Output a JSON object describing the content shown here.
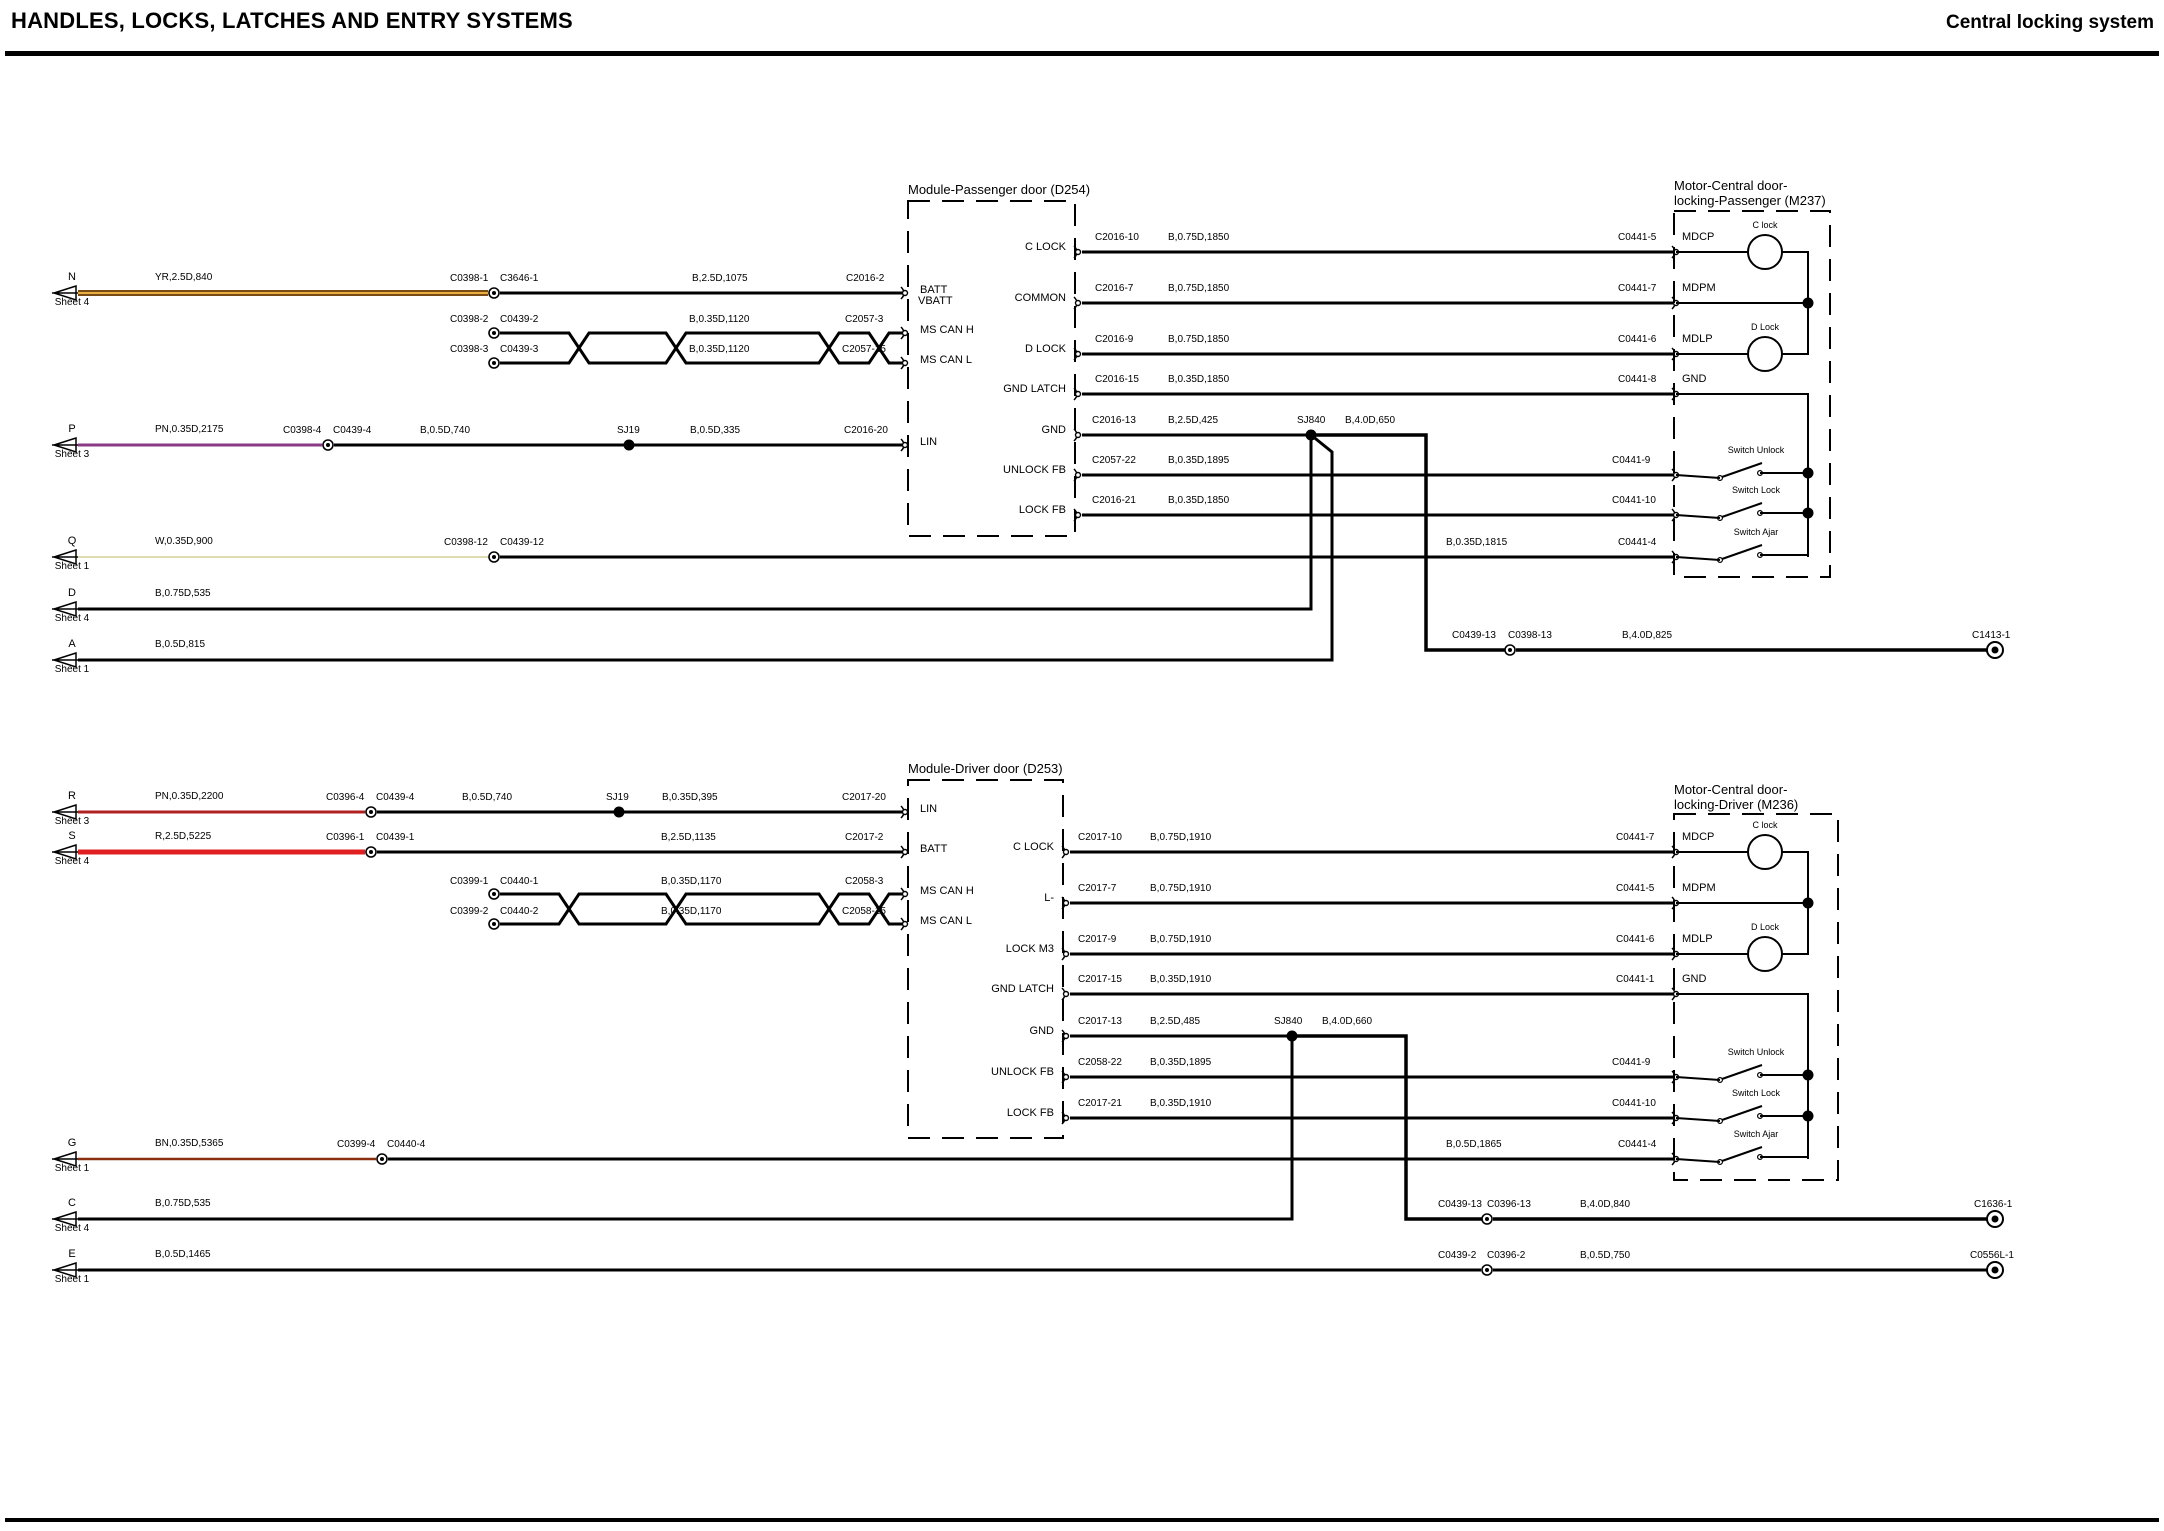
{
  "header": {
    "title": "HANDLES, LOCKS, LATCHES AND ENTRY SYSTEMS",
    "subtitle": "Central locking system"
  },
  "colors": {
    "ink": "#000000",
    "YR": "#7a4a14",
    "YR_core": "#e8b040",
    "PN": "#8a3a86",
    "PN_red": "#b02020",
    "R": "#e02020",
    "W": "#dcdcb0",
    "BN": "#8a3010"
  },
  "passenger": {
    "module_title": "Module-Passenger door (D254)",
    "motor_title_1": "Motor-Central door-",
    "motor_title_2": "locking-Passenger (M237)",
    "pins": [
      "C LOCK",
      "COMMON",
      "D LOCK",
      "GND LATCH",
      "GND",
      "UNLOCK FB",
      "LOCK FB"
    ],
    "left_pins": [
      "BATT",
      "VBATT",
      "MS CAN H",
      "MS CAN L",
      "LIN"
    ],
    "terminals": [
      {
        "id": "N",
        "sheet": "Sheet 4",
        "wire": "YR,2.5D,840"
      },
      {
        "id": "P",
        "sheet": "Sheet 3",
        "wire": "PN,0.35D,2175"
      },
      {
        "id": "Q",
        "sheet": "Sheet 1",
        "wire": "W,0.35D,900"
      },
      {
        "id": "D",
        "sheet": "Sheet 4",
        "wire": "B,0.75D,535"
      },
      {
        "id": "A",
        "sheet": "Sheet 1",
        "wire": "B,0.5D,815"
      }
    ],
    "labels": {
      "c0398_1": "C0398-1",
      "c3646_1": "C3646-1",
      "w_batt": "B,2.5D,1075",
      "c2016_2": "C2016-2",
      "c0398_2": "C0398-2",
      "c0439_2": "C0439-2",
      "w_canh": "B,0.35D,1120",
      "c2057_3": "C2057-3",
      "c0398_3": "C0398-3",
      "c0439_3": "C0439-3",
      "w_canl": "B,0.35D,1120",
      "c2057_15": "C2057-15",
      "c0398_4": "C0398-4",
      "c0439_4": "C0439-4",
      "w_lin1": "B,0.5D,740",
      "sj19": "SJ19",
      "w_lin2": "B,0.5D,335",
      "c2016_20": "C2016-20",
      "c0398_12": "C0398-12",
      "c0439_12": "C0439-12",
      "w_q": "B,0.35D,1815",
      "r1_c": "C2016-10",
      "r1_w": "B,0.75D,1850",
      "r1_e": "C0441-5",
      "r1_m": "MDCP",
      "r2_c": "C2016-7",
      "r2_w": "B,0.75D,1850",
      "r2_e": "C0441-7",
      "r2_m": "MDPM",
      "r3_c": "C2016-9",
      "r3_w": "B,0.75D,1850",
      "r3_e": "C0441-6",
      "r3_m": "MDLP",
      "r4_c": "C2016-15",
      "r4_w": "B,0.35D,1850",
      "r4_e": "C0441-8",
      "r4_m": "GND",
      "r5_c": "C2016-13",
      "r5_w": "B,2.5D,425",
      "sj840": "SJ840",
      "r5_w2": "B,4.0D,650",
      "r6_c": "C2057-22",
      "r6_w": "B,0.35D,1895",
      "r6_e": "C0441-9",
      "r7_c": "C2016-21",
      "r7_w": "B,0.35D,1850",
      "r7_e": "C0441-10",
      "r8_e": "C0441-4",
      "g_c1": "C0439-13",
      "g_c2": "C0398-13",
      "g_w": "B,4.0D,825",
      "g_end": "C1413-1",
      "clock": "C lock",
      "dlock": "D Lock",
      "sw_unlock": "Switch Unlock",
      "sw_lock": "Switch Lock",
      "sw_ajar": "Switch Ajar"
    }
  },
  "driver": {
    "module_title": "Module-Driver door (D253)",
    "motor_title_1": "Motor-Central door-",
    "motor_title_2": "locking-Driver (M236)",
    "pins": [
      "C LOCK",
      "L-",
      "LOCK M3",
      "GND LATCH",
      "GND",
      "UNLOCK FB",
      "LOCK FB"
    ],
    "left_pins": [
      "LIN",
      "BATT",
      "MS CAN H",
      "MS CAN L"
    ],
    "terminals": [
      {
        "id": "R",
        "sheet": "Sheet 3",
        "wire": "PN,0.35D,2200"
      },
      {
        "id": "S",
        "sheet": "Sheet 4",
        "wire": "R,2.5D,5225"
      },
      {
        "id": "G",
        "sheet": "Sheet 1",
        "wire": "BN,0.35D,5365"
      },
      {
        "id": "C",
        "sheet": "Sheet 4",
        "wire": "B,0.75D,535"
      },
      {
        "id": "E",
        "sheet": "Sheet 1",
        "wire": "B,0.5D,1465"
      }
    ],
    "labels": {
      "c0396_4": "C0396-4",
      "c0439_4": "C0439-4",
      "w_lin1": "B,0.5D,740",
      "sj19": "SJ19",
      "w_lin2": "B,0.35D,395",
      "c2017_20": "C2017-20",
      "c0396_1": "C0396-1",
      "c0439_1": "C0439-1",
      "w_batt": "B,2.5D,1135",
      "c2017_2": "C2017-2",
      "c0399_1": "C0399-1",
      "c0440_1": "C0440-1",
      "w_canh": "B,0.35D,1170",
      "c2058_3": "C2058-3",
      "c0399_2": "C0399-2",
      "c0440_2": "C0440-2",
      "w_canl": "B,0.35D,1170",
      "c2058_15": "C2058-15",
      "r1_c": "C2017-10",
      "r1_w": "B,0.75D,1910",
      "r1_e": "C0441-7",
      "r1_m": "MDCP",
      "r2_c": "C2017-7",
      "r2_w": "B,0.75D,1910",
      "r2_e": "C0441-5",
      "r2_m": "MDPM",
      "r3_c": "C2017-9",
      "r3_w": "B,0.75D,1910",
      "r3_e": "C0441-6",
      "r3_m": "MDLP",
      "r4_c": "C2017-15",
      "r4_w": "B,0.35D,1910",
      "r4_e": "C0441-1",
      "r4_m": "GND",
      "r5_c": "C2017-13",
      "r5_w": "B,2.5D,485",
      "sj840": "SJ840",
      "r5_w2": "B,4.0D,660",
      "r6_c": "C2058-22",
      "r6_w": "B,0.35D,1895",
      "r6_e": "C0441-9",
      "r7_c": "C2017-21",
      "r7_w": "B,0.35D,1910",
      "r7_e": "C0441-10",
      "c0399_4": "C0399-4",
      "c0440_4": "C0440-4",
      "w_g": "B,0.5D,1865",
      "r8_e": "C0441-4",
      "g_c1": "C0439-13",
      "g_c2": "C0396-13",
      "g_w": "B,4.0D,840",
      "g_end": "C1636-1",
      "e_c1": "C0439-2",
      "e_c2": "C0396-2",
      "e_w": "B,0.5D,750",
      "e_end": "C0556L-1",
      "clock": "C lock",
      "dlock": "D Lock",
      "sw_unlock": "Switch Unlock",
      "sw_lock": "Switch Lock",
      "sw_ajar": "Switch Ajar"
    }
  }
}
